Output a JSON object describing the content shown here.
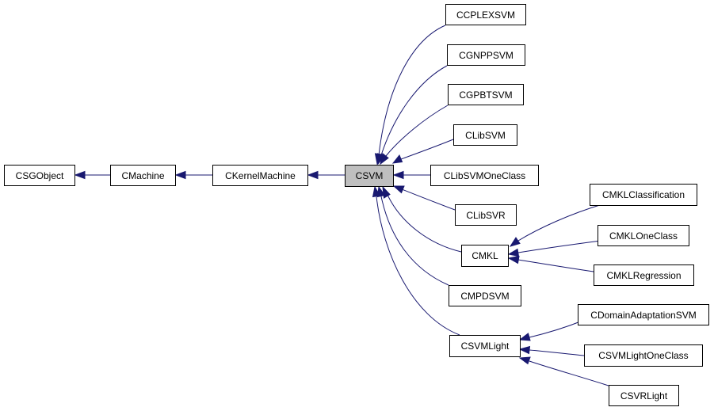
{
  "nodes": {
    "csgobject": "CSGObject",
    "cmachine": "CMachine",
    "ckernelmachine": "CKernelMachine",
    "csvm": "CSVM",
    "ccplexsvm": "CCPLEXSVM",
    "cgnppsvm": "CGNPPSVM",
    "cgpbtsvm": "CGPBTSVM",
    "clibsvm": "CLibSVM",
    "clibsvmoneclass": "CLibSVMOneClass",
    "clibsvr": "CLibSVR",
    "cmkl": "CMKL",
    "cmpdsvm": "CMPDSVM",
    "csvmlight": "CSVMLight",
    "cmklclassification": "CMKLClassification",
    "cmkloneclass": "CMKLOneClass",
    "cmklregression": "CMKLRegression",
    "cdomainadaptationsvm": "CDomainAdaptationSVM",
    "csvmlightoneclass": "CSVMLightOneClass",
    "csvrlight": "CSVRLight"
  },
  "colors": {
    "edge": "#191970",
    "highlight_fill": "#bfbfbf",
    "node_border": "#000000"
  }
}
